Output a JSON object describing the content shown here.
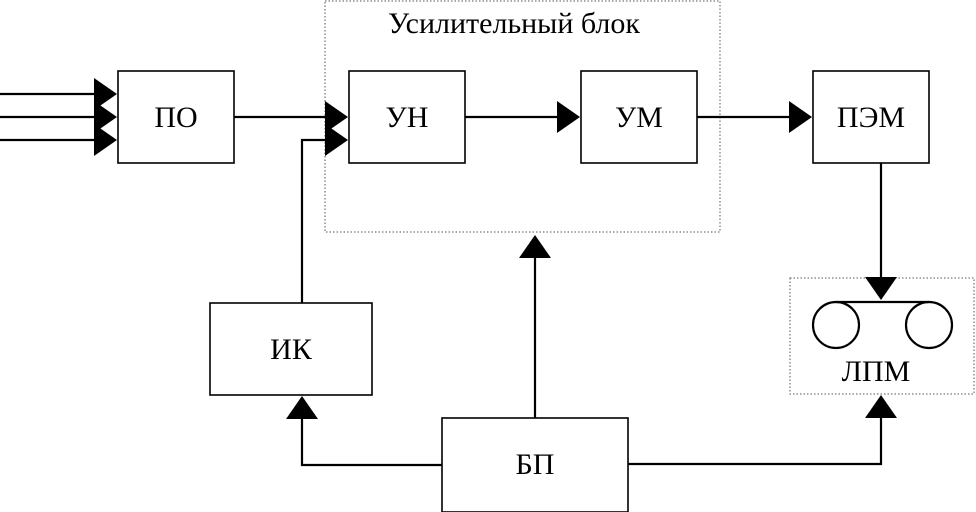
{
  "group": {
    "title": "Усилительный блок"
  },
  "blocks": {
    "po": "ПО",
    "un": "УН",
    "um": "УМ",
    "pem": "ПЭМ",
    "ik": "ИК",
    "bp": "БП",
    "lpm": "ЛПМ"
  },
  "colors": {
    "stroke": "#000000",
    "background": "#ffffff",
    "group_border": "#555555"
  }
}
